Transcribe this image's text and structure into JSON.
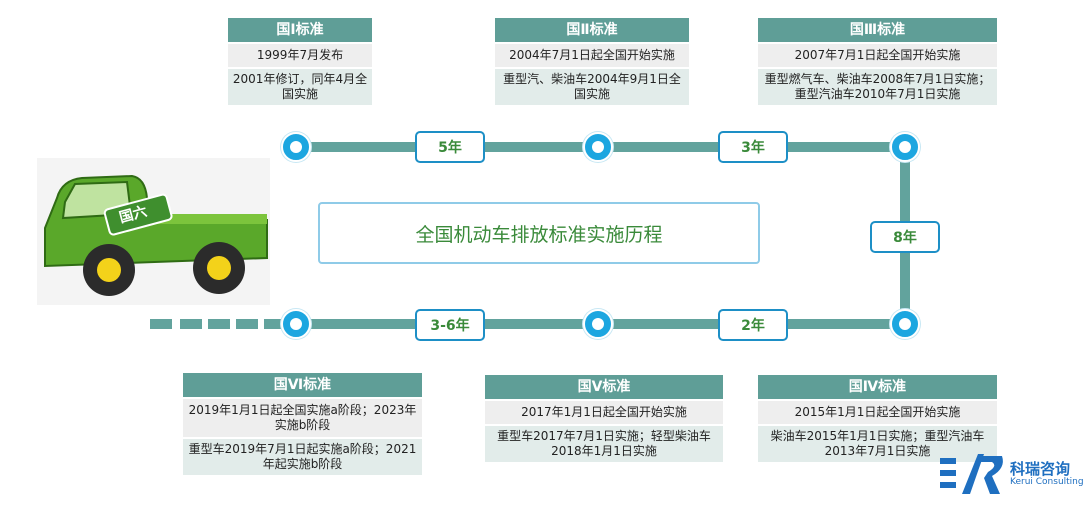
{
  "title": "全国机动车排放标准实施历程",
  "truck_tag": "国六",
  "stages": [
    {
      "name": "国Ⅰ标准",
      "row1": "1999年7月发布",
      "row2": "2001年修订，同年4月全国实施"
    },
    {
      "name": "国Ⅱ标准",
      "row1": "2004年7月1日起全国开始实施",
      "row2": "重型汽、柴油车2004年9月1日全国实施"
    },
    {
      "name": "国Ⅲ标准",
      "row1": "2007年7月1日起全国开始实施",
      "row2": "重型燃气车、柴油车2008年7月1日实施；重型汽油车2010年7月1日实施"
    },
    {
      "name": "国Ⅳ标准",
      "row1": "2015年1月1日起全国开始实施",
      "row2": "柴油车2015年1月1日实施；重型汽油车2013年7月1日实施"
    },
    {
      "name": "国Ⅴ标准",
      "row1": "2017年1月1日起全国开始实施",
      "row2": "重型车2017年7月1日实施；轻型柴油车2018年1月1日实施"
    },
    {
      "name": "国Ⅵ标准",
      "row1": "2019年1月1日起全国实施a阶段；2023年实施b阶段",
      "row2": "重型车2019年7月1日起实施a阶段；2021年起实施b阶段"
    }
  ],
  "gaps": {
    "g12": "5年",
    "g23": "3年",
    "g34": "8年",
    "g45": "2年",
    "g56": "3-6年"
  },
  "logo": {
    "name": "科瑞咨询",
    "sub": "Kerui Consulting"
  },
  "colors": {
    "teal": "#5f9e97",
    "node": "#1ca6e0",
    "text_green": "#3a8a3a"
  }
}
